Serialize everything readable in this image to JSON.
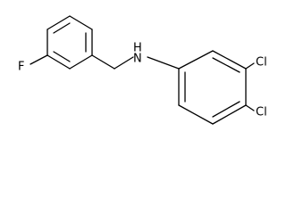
{
  "molecule": {
    "atoms": {
      "fluorine": "F",
      "amine": "N",
      "amine_hydrogen": "H",
      "chlorine_3": "Cl",
      "chlorine_4": "Cl"
    }
  },
  "colors": {
    "bond": "#000000",
    "label": "#000000",
    "background": "#ffffff"
  }
}
